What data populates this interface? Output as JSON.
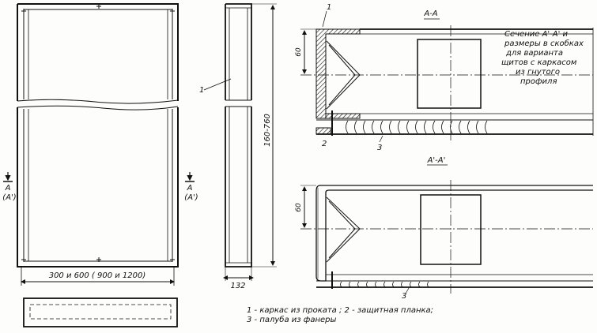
{
  "front_view": {
    "width_dimension": "300 и 600 ( 900 и 1200)",
    "section_mark_letter": "A",
    "section_mark_alt": "(A')"
  },
  "side_view": {
    "height_dimension": "160-760",
    "thickness_dimension": "132",
    "callout_1": "1"
  },
  "section_a": {
    "title": "A-A",
    "dimension": "60",
    "callout_1": "1",
    "callout_2": "2",
    "callout_3": "3"
  },
  "section_a_prime": {
    "title": "A'-A'",
    "dimension": "60",
    "callout_3": "3"
  },
  "note": {
    "lines": [
      "Сечение A'-A' и",
      "размеры в скобках",
      "для варианта",
      "щитов с каркасом",
      "из гнутого",
      "профиля"
    ]
  },
  "legend": {
    "line1": "1 - каркас из проката ; 2 - защитная планка;",
    "line2": "3 - палуба из фанеры"
  }
}
